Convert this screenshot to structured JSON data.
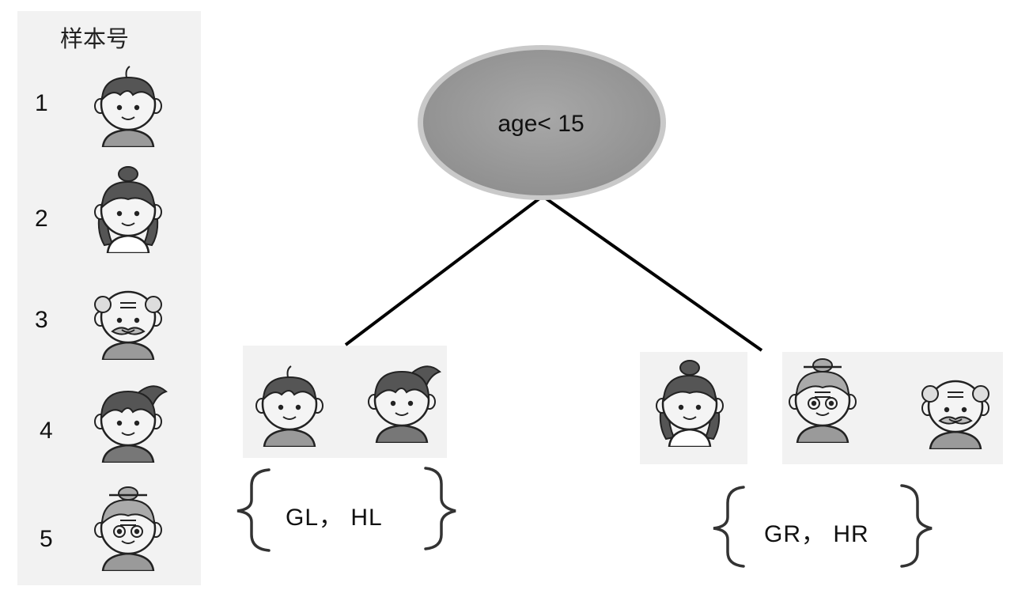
{
  "sample_panel": {
    "header": "样本号",
    "samples": [
      {
        "id": "1",
        "icon": "boy-avatar-icon"
      },
      {
        "id": "2",
        "icon": "girl-avatar-icon"
      },
      {
        "id": "3",
        "icon": "old-man-avatar-icon"
      },
      {
        "id": "4",
        "icon": "ponytail-girl-avatar-icon"
      },
      {
        "id": "5",
        "icon": "old-woman-avatar-icon"
      }
    ]
  },
  "tree": {
    "root_condition": "age< 15",
    "left_label": "GL， HL",
    "right_label": "GR， HR",
    "left_members": [
      "boy-avatar-icon",
      "ponytail-girl-avatar-icon"
    ],
    "right_members": [
      "girl-avatar-icon",
      "old-woman-avatar-icon",
      "old-man-avatar-icon"
    ]
  },
  "colors": {
    "node_fill": "#9e9e9e",
    "node_ring": "#c8c8c8",
    "panel_bg": "#f2f2f2"
  }
}
